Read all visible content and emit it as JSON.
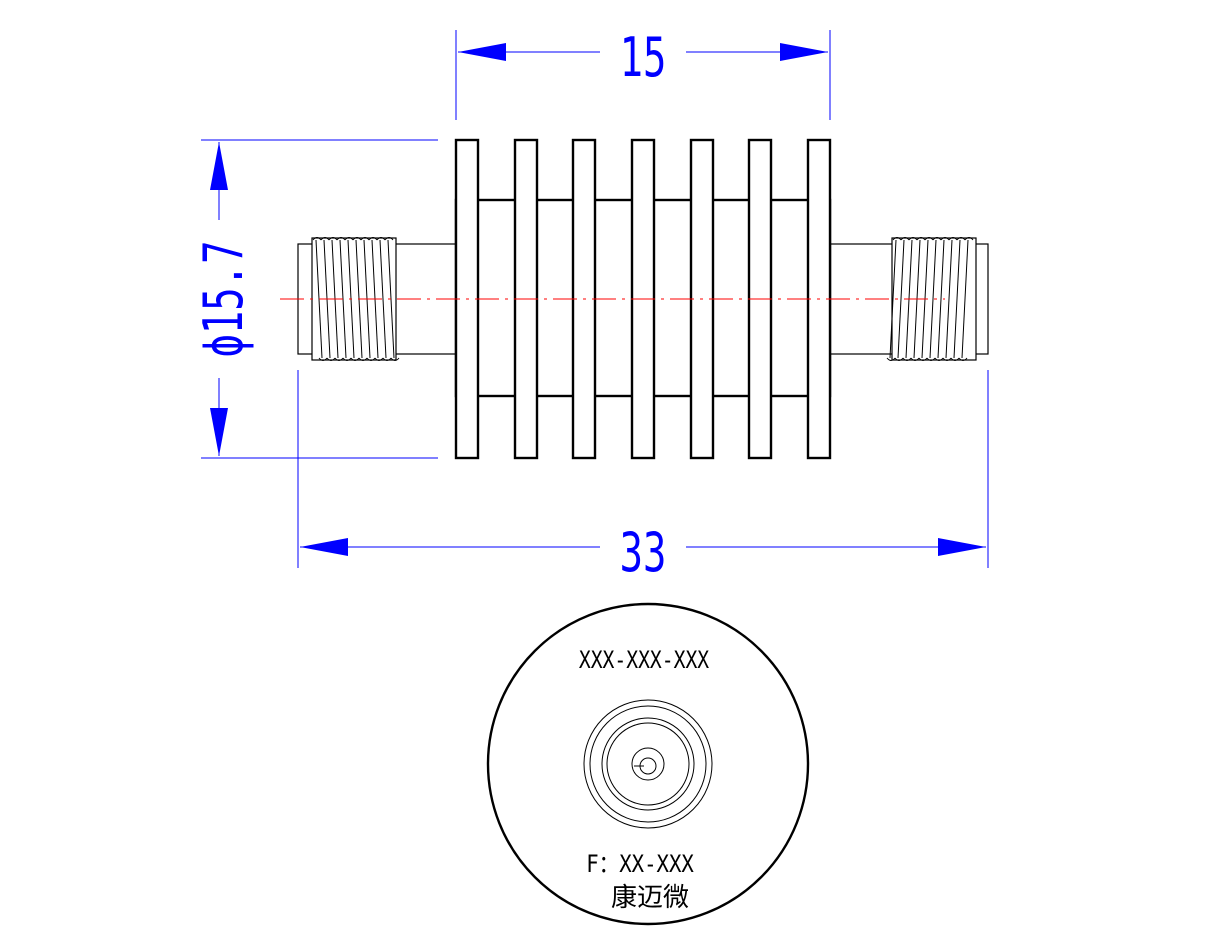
{
  "dimensions": {
    "fin_span": "15",
    "diameter": "ϕ15.7",
    "overall_length": "33"
  },
  "end_view": {
    "part_number": "XXX-XXX-XXX",
    "frequency_label": "F：XX-XXX",
    "brand": "康迈微"
  },
  "colors": {
    "outline": "#000000",
    "dimension": "#0000ff",
    "centerline": "#ff0000",
    "background": "#ffffff"
  }
}
